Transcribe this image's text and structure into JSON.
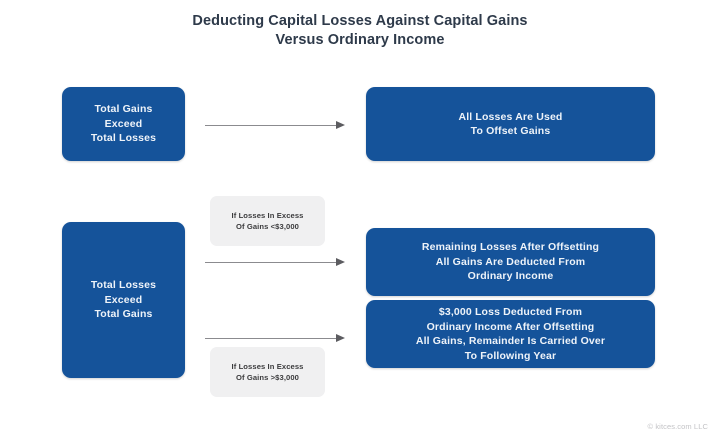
{
  "title": {
    "line1": "Deducting Capital Losses Against Capital Gains",
    "line2": "Versus Ordinary Income"
  },
  "boxes": {
    "gains_exceed_losses": {
      "line1": "Total Gains",
      "line2": "Exceed",
      "line3": "Total Losses"
    },
    "all_losses_offset": {
      "line1": "All Losses Are Used",
      "line2": "To Offset Gains"
    },
    "losses_exceed_gains": {
      "line1": "Total Losses",
      "line2": "Exceed",
      "line3": "Total Gains"
    },
    "remaining_losses": {
      "line1": "Remaining Losses After Offsetting",
      "line2": "All Gains Are Deducted From",
      "line3": "Ordinary Income"
    },
    "loss_3000": {
      "line1": "$3,000 Loss Deducted From",
      "line2": "Ordinary Income After Offsetting",
      "line3": "All Gains, Remainder Is Carried Over",
      "line4": "To Following Year"
    }
  },
  "conditions": {
    "under_3000": {
      "line1": "If Losses In Excess",
      "line2": "Of Gains <$3,000"
    },
    "over_3000": {
      "line1": "If Losses In Excess",
      "line2": "Of Gains >$3,000"
    }
  },
  "footer": {
    "attribution": "© kitces.com LLC"
  },
  "colors": {
    "box_blue": "#15539a",
    "title_navy": "#2e3a4a",
    "condition_gray": "#f0f0f1",
    "arrow_gray": "#8b8b8f",
    "background": "#ffffff"
  }
}
